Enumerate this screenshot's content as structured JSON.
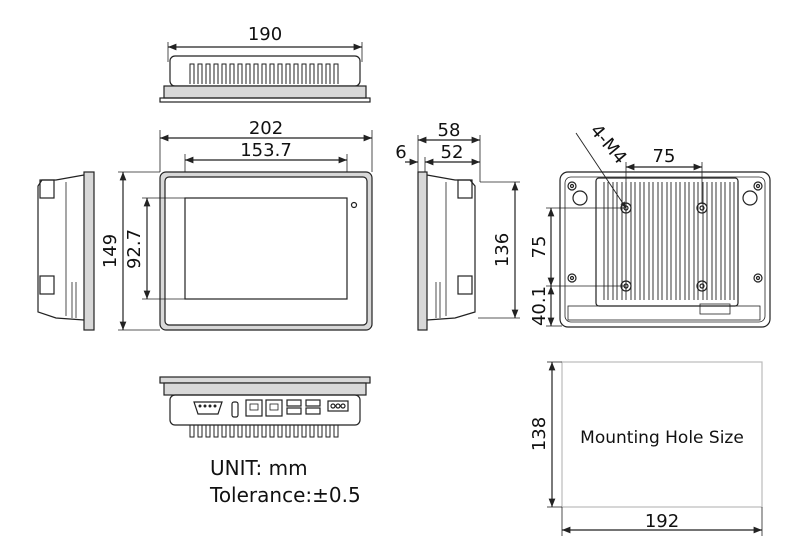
{
  "dimensions": {
    "top_width": "190",
    "front_width": "202",
    "display_width": "153.7",
    "front_height": "149",
    "display_height": "92.7",
    "side_depth_total": "58",
    "side_bezel": "6",
    "side_body": "52",
    "side_height": "136",
    "rear_hole_spacing_x": "75",
    "rear_hole_spacing_y": "75",
    "rear_hole_offset": "40.1",
    "screw_spec": "4-M4",
    "cutout_width": "192",
    "cutout_height": "138"
  },
  "cutout_label": "Mounting Hole Size",
  "notes": {
    "unit": "UNIT: mm",
    "tolerance": "Tolerance:±0.5"
  },
  "colors": {
    "line": "#222222",
    "frame": "#d8d8d8",
    "cutout_border": "#bbbbbb"
  }
}
